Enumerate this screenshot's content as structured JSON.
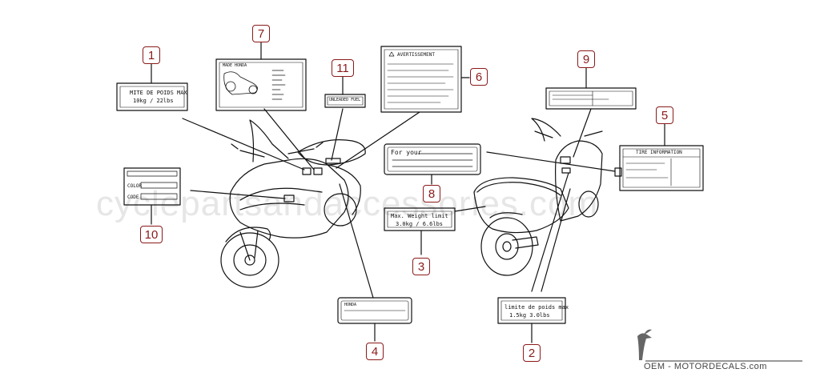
{
  "watermark": "cyclepartsandaccessories.com",
  "brand_text": "OEM - MOTORDECALS.com",
  "callouts": [
    "1",
    "2",
    "3",
    "4",
    "5",
    "6",
    "7",
    "8",
    "9",
    "10",
    "11"
  ],
  "labels": {
    "l1_line1": "MITE DE POIDS MAX",
    "l1_line2": "10kg  /  22lbs",
    "l2_line1": "limite de poids max",
    "l2_line2": "1.5kg    3.0lbs",
    "l3_line1": "Max. Weight limit",
    "l3_line2": "3.0kg  /  6.6lbs",
    "l4_header": "HONDA",
    "l5_header": "TIRE INFORMATION",
    "l6_header": "AVERTISSEMENT",
    "l7_header": "MADE HONDA",
    "l8_text": "For your",
    "l10_color": "COLOR",
    "l10_code": "CODE",
    "l11_text": "UNLEADED FUEL"
  },
  "colors": {
    "callout": "#8b1a1a",
    "line": "#111111",
    "watermark": "#e6e6e6"
  }
}
